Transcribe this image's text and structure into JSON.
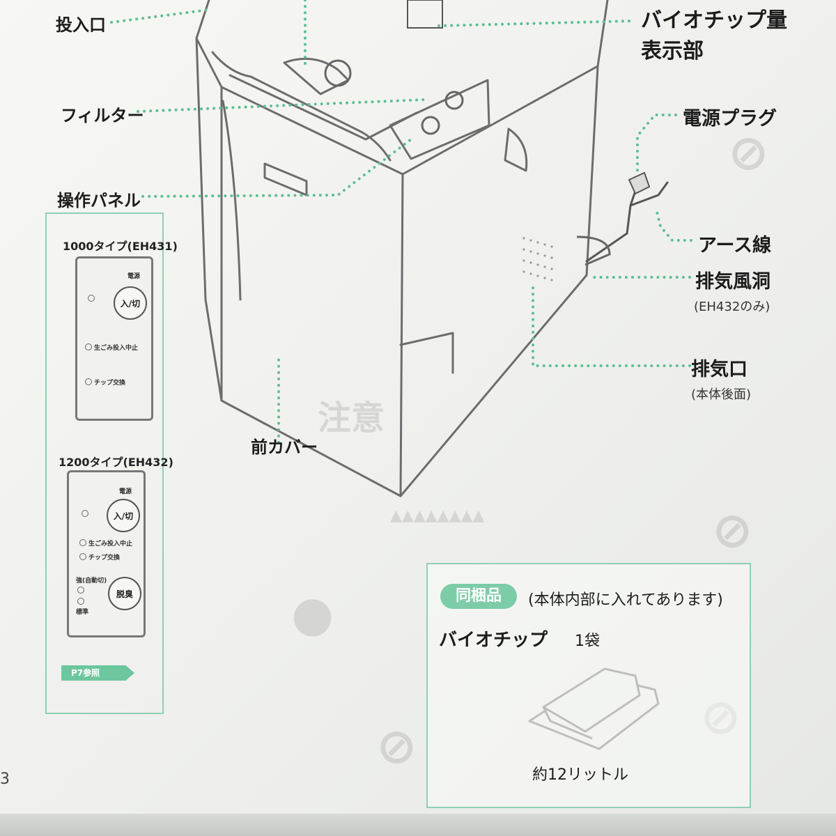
{
  "labels": {
    "inlet": "投入口",
    "filter": "フィルター",
    "control_panel": "操作パネル",
    "front_cover": "前カバー",
    "biochip_line1": "バイオチップ量",
    "biochip_line2": "表示部",
    "power_plug": "電源プラグ",
    "ground_wire": "アース線",
    "exhaust_duct": "排気風洞",
    "exhaust_duct_note": "(EH432のみ)",
    "exhaust_port": "排気口",
    "exhaust_port_note": "(本体後面)"
  },
  "panels": {
    "type1000": {
      "title": "1000タイプ(EH431)",
      "power_label": "電源",
      "power_button": "入/切",
      "indicator_stop": "生ごみ投入中止",
      "indicator_chip": "チップ交換"
    },
    "type1200": {
      "title": "1200タイプ(EH432)",
      "power_label": "電源",
      "power_button": "入/切",
      "indicator_stop": "生ごみ投入中止",
      "indicator_chip": "チップ交換",
      "mode_top": "強(自動切)",
      "mode_bottom": "標準",
      "deodor_button": "脱臭"
    },
    "reference": "P7参照"
  },
  "accessories": {
    "badge": "同梱品",
    "note": "(本体内部に入れてあります)",
    "item_name": "バイオチップ",
    "item_qty": "1袋",
    "item_capacity": "約12リットル"
  },
  "page_number": "3",
  "colors": {
    "accent_green": "#5fbf94",
    "box_border": "#8fcfb3",
    "badge_green": "#7dcca8",
    "machine_line": "#6c6c6c"
  }
}
